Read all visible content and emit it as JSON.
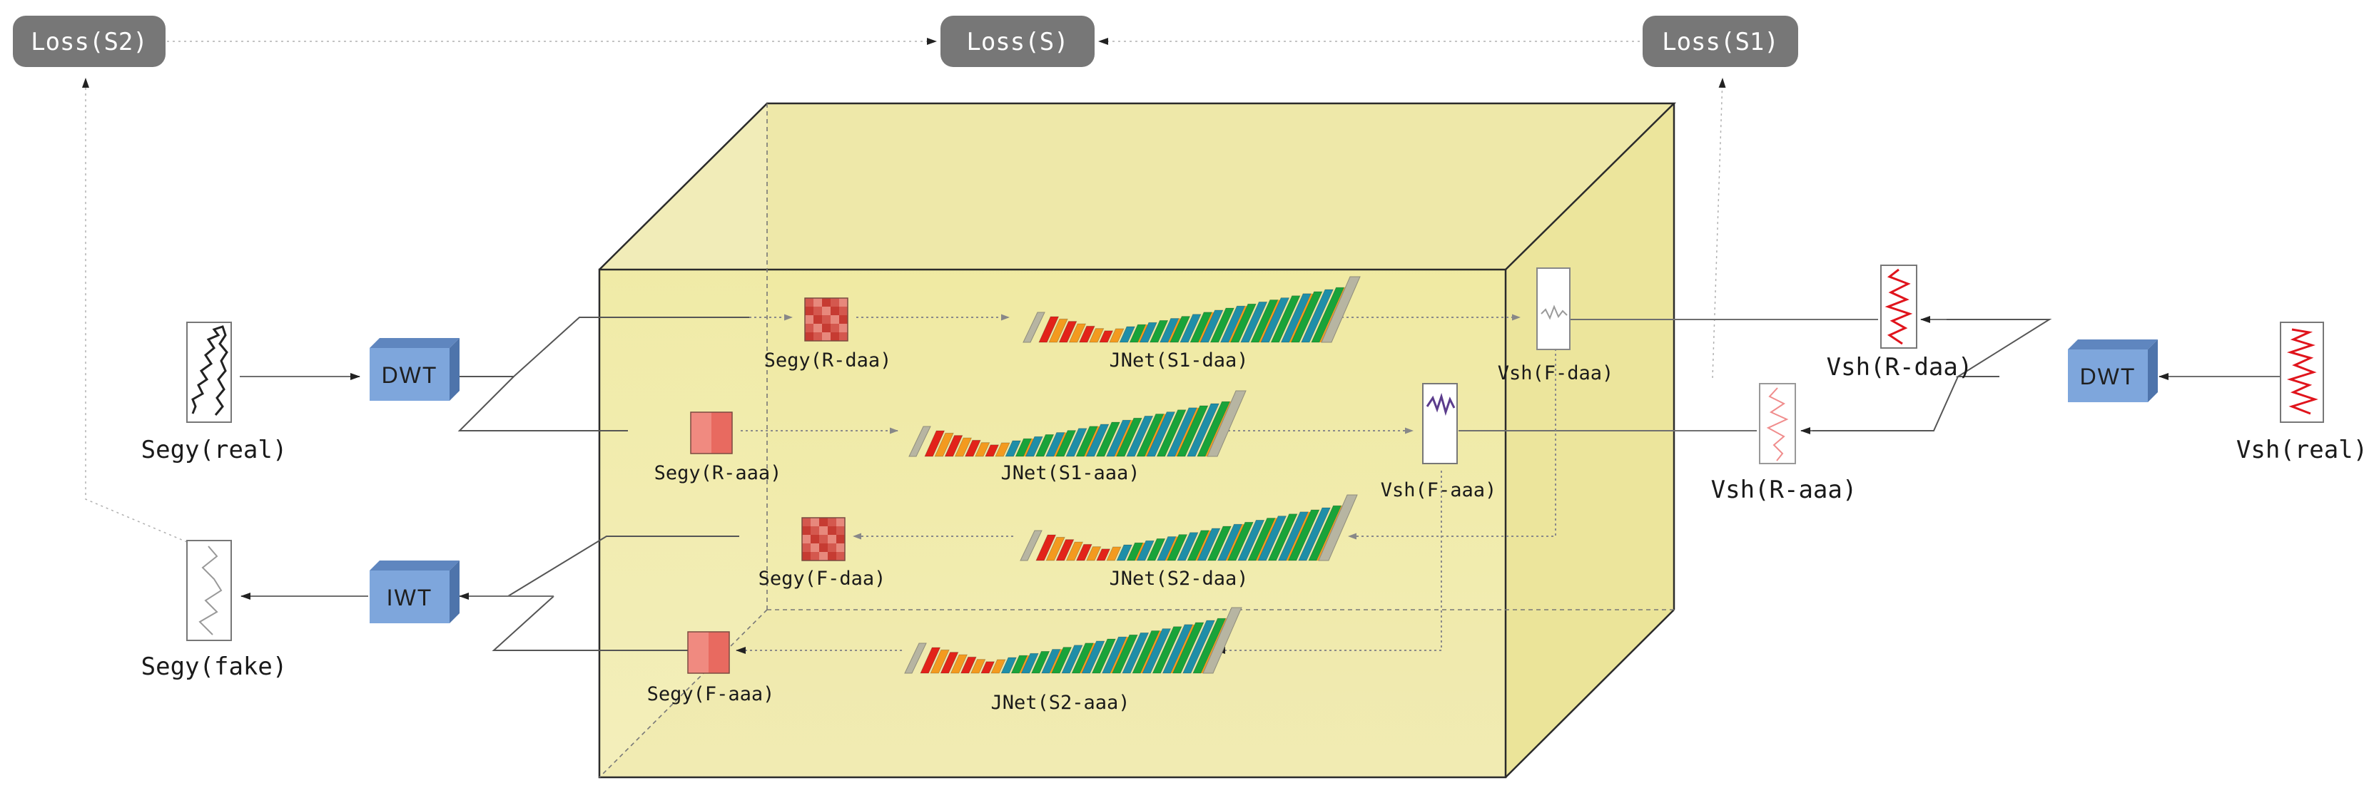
{
  "losses": {
    "s2": "Loss(S2)",
    "s": "Loss(S)",
    "s1": "Loss(S1)"
  },
  "transforms": {
    "dwt_left": "DWT",
    "dwt_right": "DWT",
    "iwt": "IWT"
  },
  "segy": {
    "real": "Segy(real)",
    "fake": "Segy(fake)",
    "r_daa": "Segy(R-daa)",
    "r_aaa": "Segy(R-aaa)",
    "f_daa": "Segy(F-daa)",
    "f_aaa": "Segy(F-aaa)"
  },
  "vsh": {
    "real": "Vsh(real)",
    "r_daa": "Vsh(R-daa)",
    "r_aaa": "Vsh(R-aaa)",
    "f_daa": "Vsh(F-daa)",
    "f_aaa": "Vsh(F-aaa)"
  },
  "jnet": {
    "s1_daa": "JNet(S1-daa)",
    "s1_aaa": "JNet(S1-aaa)",
    "s2_daa": "JNet(S2-daa)",
    "s2_aaa": "JNet(S2-aaa)"
  },
  "colors": {
    "loss_box": "#777777",
    "transform_box": "#7ea6dc",
    "cube_fill": "#f2ecaa",
    "layer_red": "#e2231a",
    "layer_orange": "#f39a1f",
    "layer_teal": "#1f8ea8",
    "layer_green": "#19a33a",
    "layer_gray": "#b7b5a2",
    "trace_red": "#e0141c",
    "trace_violet": "#5b3c8c",
    "trace_dark": "#333333"
  }
}
